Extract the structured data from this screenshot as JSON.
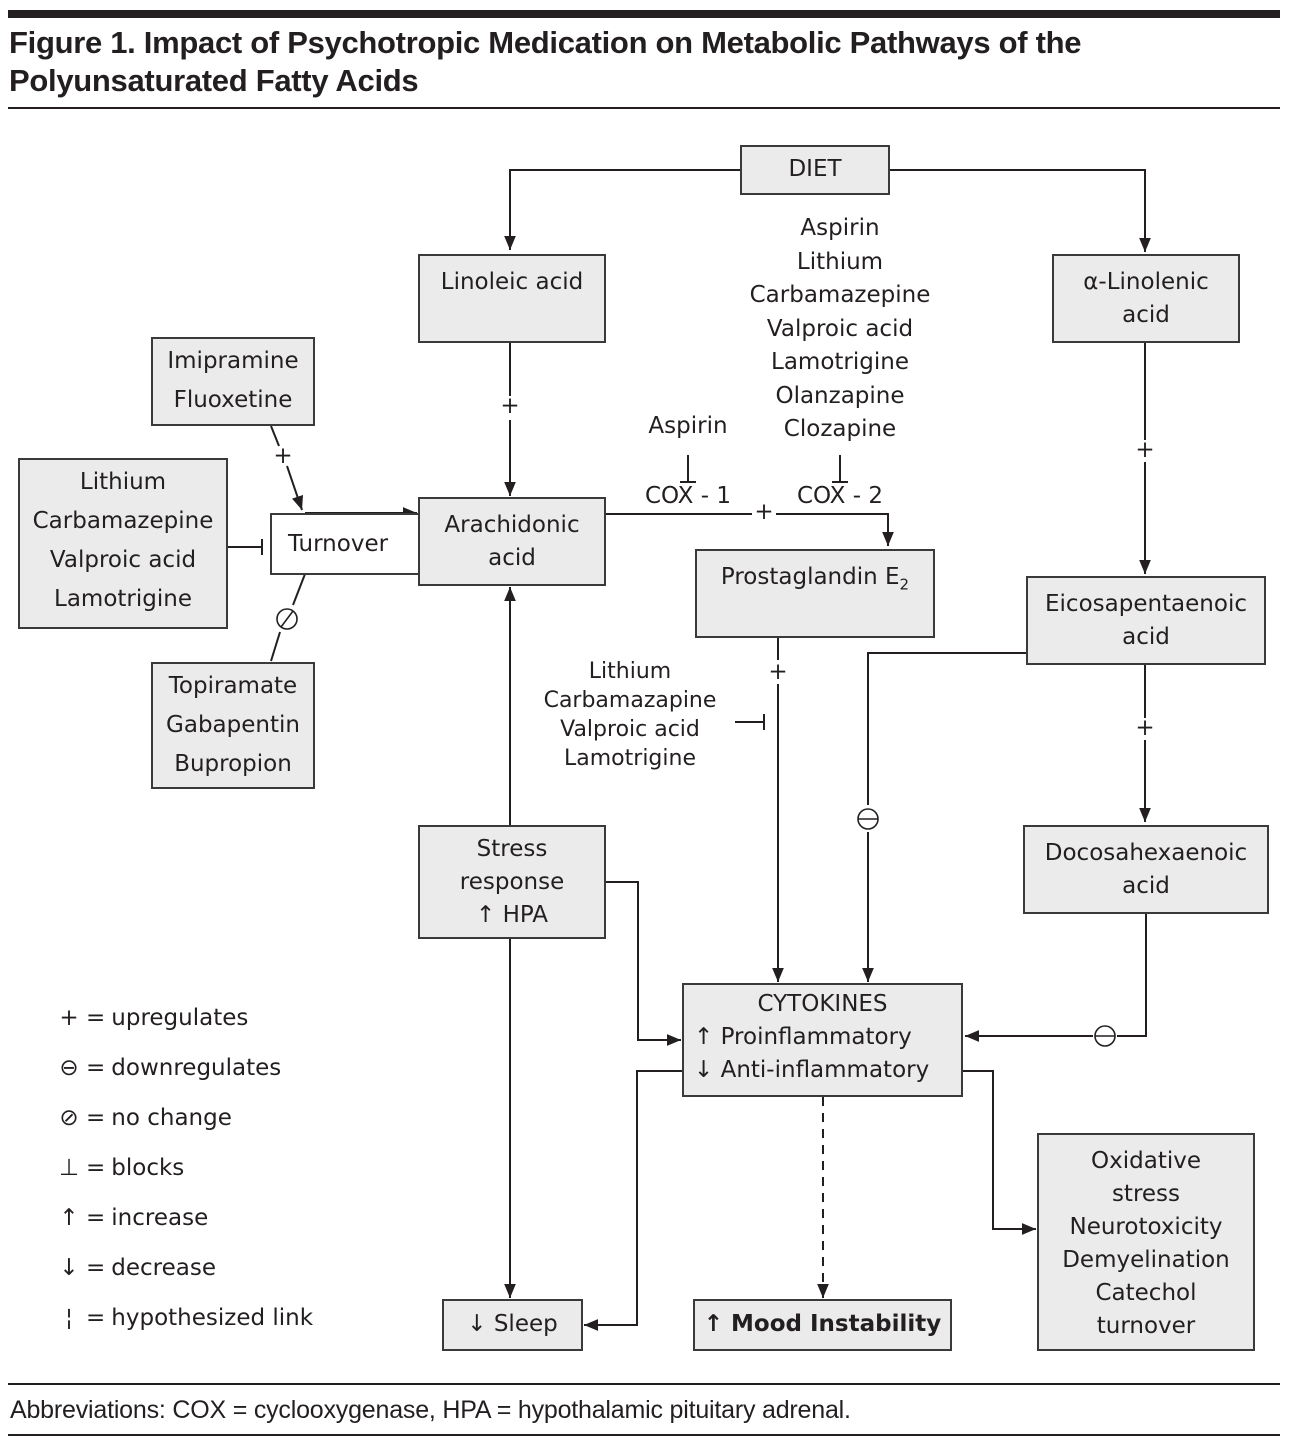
{
  "figure": {
    "title_lines": [
      "Figure 1. Impact of Psychotropic Medication on Metabolic Pathways of the",
      "Polyunsaturated Fatty Acids"
    ],
    "abbreviations": "Abbreviations: COX = cyclooxygenase, HPA = hypothalamic pituitary adrenal."
  },
  "nodes": {
    "diet": {
      "lines": [
        "DIET"
      ]
    },
    "linoleic_acid": {
      "lines": [
        "Linoleic acid"
      ]
    },
    "alpha_linolenic_acid": {
      "lines": [
        "α-Linolenic",
        "acid"
      ]
    },
    "antidepressants": {
      "lines": [
        "Imipramine",
        "Fluoxetine"
      ]
    },
    "mood_stabilizers": {
      "lines": [
        "Lithium",
        "Carbamazepine",
        "Valproic acid",
        "Lamotrigine"
      ]
    },
    "turnover": {
      "lines": [
        "Turnover"
      ]
    },
    "arachidonic_acid": {
      "lines": [
        "Arachidonic",
        "acid"
      ]
    },
    "no_change_drugs": {
      "lines": [
        "Topiramate",
        "Gabapentin",
        "Bupropion"
      ]
    },
    "prostaglandin": {
      "text": "Prostaglandin E",
      "subscript": "2"
    },
    "epa": {
      "lines": [
        "Eicosapentaenoic",
        "acid"
      ]
    },
    "dha": {
      "lines": [
        "Docosahexaenoic",
        "acid"
      ]
    },
    "stress": {
      "lines": [
        "Stress",
        "response",
        "↑ HPA"
      ]
    },
    "cytokines": {
      "lines": [
        "CYTOKINES",
        "↑ Proinflammatory",
        "↓ Anti-inflammatory"
      ]
    },
    "sleep": {
      "lines": [
        "↓ Sleep"
      ]
    },
    "mood": {
      "lines": [
        "↑ Mood Instability"
      ]
    },
    "outcomes": {
      "lines": [
        "Oxidative",
        "stress",
        "Neurotoxicity",
        "Demyelination",
        "Catechol",
        "turnover"
      ]
    }
  },
  "labels": {
    "cox2_blockers": [
      "Aspirin",
      "Lithium",
      "Carbamazepine",
      "Valproic acid",
      "Lamotrigine",
      "Olanzapine",
      "Clozapine"
    ],
    "cox1_blocker": [
      "Aspirin"
    ],
    "cox1": "COX - 1",
    "cox2": "COX - 2",
    "pge2_blockers": [
      "Lithium",
      "Carbamazapine",
      "Valproic acid",
      "Lamotrigine"
    ]
  },
  "symbols": {
    "plus": "+",
    "minus_circle": "⊖",
    "no_change": "⊘",
    "blocks": "⊥",
    "increase": "↑",
    "decrease": "↓",
    "dashed": "¦"
  },
  "legend": [
    {
      "symbol": "+",
      "icon": "plus-icon",
      "meaning": "upregulates"
    },
    {
      "symbol": "⊖",
      "icon": "minus-circle-icon",
      "meaning": "downregulates"
    },
    {
      "symbol": "⊘",
      "icon": "no-change-icon",
      "meaning": "no change"
    },
    {
      "symbol": "⊥",
      "icon": "blocks-icon",
      "meaning": "blocks"
    },
    {
      "symbol": "↑",
      "icon": "up-arrow-icon",
      "meaning": "increase"
    },
    {
      "symbol": "↓",
      "icon": "down-arrow-icon",
      "meaning": "decrease"
    },
    {
      "symbol": "¦",
      "icon": "dashed-line-icon",
      "meaning": "hypothesized link"
    }
  ],
  "legend_equals": "=",
  "colors": {
    "ink": "#231f20",
    "box_fill": "#ebebeb",
    "box_border": "#3a3a3a",
    "background": "#ffffff"
  }
}
